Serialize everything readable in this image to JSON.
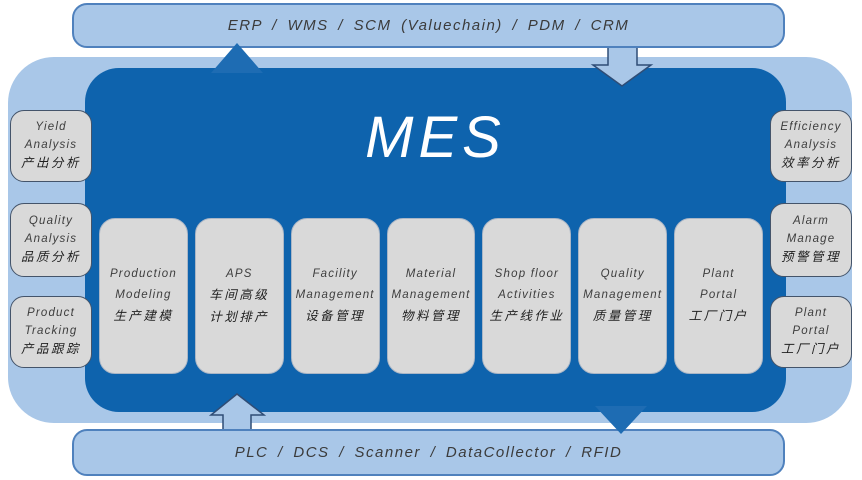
{
  "colors": {
    "light_blue": "#a9c7e8",
    "bar_border": "#4f81bd",
    "mes_blue": "#0e63ad",
    "arrow_blue": "#1e6cb3",
    "arrow_outline": "#2f4d76",
    "card_gray": "#d9d9d9",
    "side_card_border": "#44546a",
    "text_dark": "#3b3b3b"
  },
  "top_bar": {
    "label": "ERP / WMS / SCM (Valuechain) / PDM / CRM"
  },
  "bottom_bar": {
    "label": "PLC / DCS / Scanner / DataCollector / RFID"
  },
  "mes_box": {
    "title": "MES"
  },
  "left_cards": [
    [
      "Yield",
      "Analysis",
      "产出分析"
    ],
    [
      "Quality",
      "Analysis",
      "品质分析"
    ],
    [
      "Product",
      "Tracking",
      "产品跟踪"
    ]
  ],
  "right_cards": [
    [
      "Efficiency",
      "Analysis",
      "效率分析"
    ],
    [
      "Alarm",
      "Manage",
      "预警管理"
    ],
    [
      "Plant",
      "Portal",
      "工厂门户"
    ]
  ],
  "modules": [
    [
      "Production",
      "Modeling",
      "生产建模"
    ],
    [
      "APS",
      "车间高级",
      "计划排产"
    ],
    [
      "Facility",
      "Management",
      "设备管理"
    ],
    [
      "Material",
      "Management",
      "物料管理"
    ],
    [
      "Shop floor",
      "Activities",
      "生产线作业"
    ],
    [
      "Quality",
      "Management",
      "质量管理"
    ],
    [
      "Plant",
      "Portal",
      "工厂门户"
    ]
  ]
}
